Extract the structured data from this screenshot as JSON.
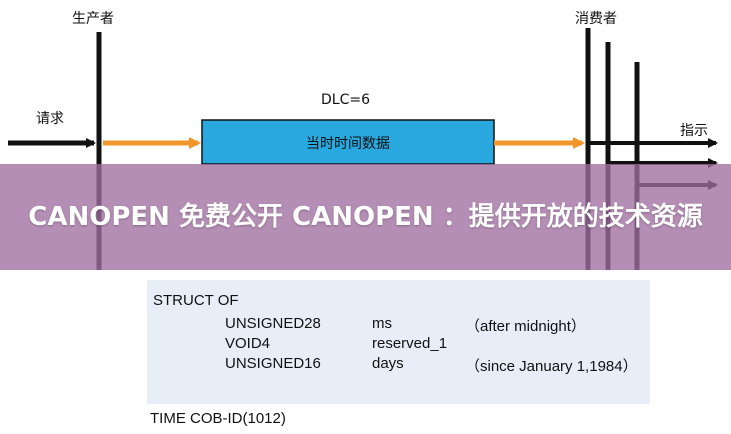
{
  "diagram": {
    "producer_label": "生产者",
    "consumer_label": "消费者",
    "request_label": "请求",
    "indication_label": "指示",
    "dlc_label": "DLC=6",
    "frame_label": "当时时间数据",
    "colors": {
      "frame_fill": "#29a8e0",
      "arrow_orange": "#f0962a",
      "line": "#111111"
    }
  },
  "overlay": {
    "title": "CANOPEN 免费公开 CANOPEN ：提供开放的技术资源"
  },
  "struct": {
    "header": "STRUCT OF",
    "rows": [
      {
        "type": "UNSIGNED28",
        "name": "ms",
        "comment": "（after midnight）"
      },
      {
        "type": "VOID4",
        "name": "reserved_1",
        "comment": ""
      },
      {
        "type": "UNSIGNED16",
        "name": "days",
        "comment": "（since January 1,1984）"
      }
    ]
  },
  "footer": {
    "text": "TIME COB-ID(1012)"
  }
}
